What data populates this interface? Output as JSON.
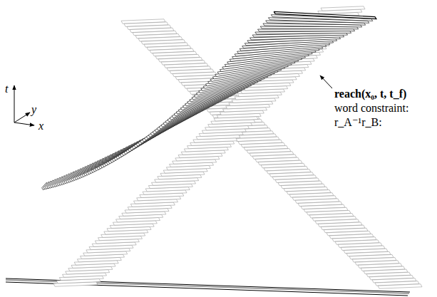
{
  "diagram": {
    "labels": [
      "t",
      "y",
      "x",
      "reach(x₀, t, t_f)",
      "word constraint:",
      "r_A⁻¹r_B:"
    ]
  }
}
